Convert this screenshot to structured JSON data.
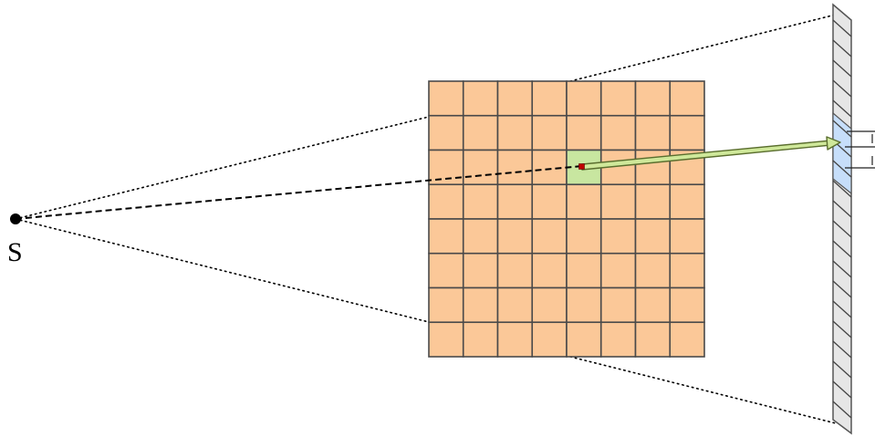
{
  "source": {
    "label": "S"
  },
  "grid": {
    "rows": 8,
    "cols": 8,
    "highlight_row": 2,
    "highlight_col": 4
  },
  "colors": {
    "cell_fill": "#fbc898",
    "cell_stroke": "#4a4a4a",
    "highlight_fill": "#c8e6a0",
    "arrow_fill": "#cfe89a",
    "arrow_stroke": "#5a6e2e",
    "detector_fill": "#e6e6e6",
    "detector_highlight": "#c6defa",
    "point_color": "#c00000"
  }
}
